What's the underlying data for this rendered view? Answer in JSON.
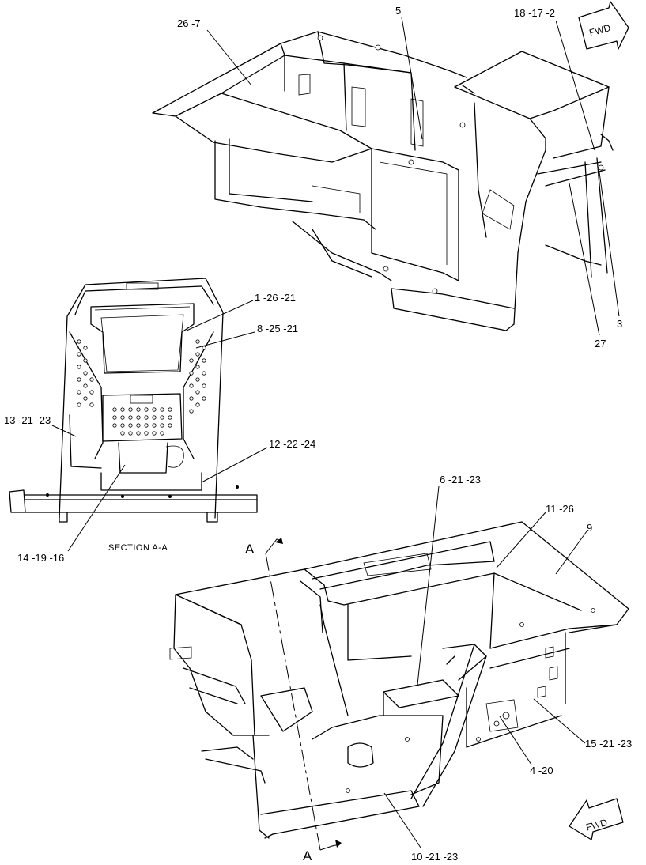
{
  "fwd_label": "FWD",
  "section_title": "SECTION A-A",
  "section_marker": "A",
  "callouts": {
    "c26_7": "26 -7",
    "c5": "5",
    "c18_17_2": "18 -17 -2",
    "c3": "3",
    "c27": "27",
    "c1_26_21": "1 -26 -21",
    "c8_25_21": "8 -25 -21",
    "c13_21_23": "13 -21 -23",
    "c12_22_24": "12 -22 -24",
    "c14_19_16": "14 -19 -16",
    "c6_21_23": "6 -21 -23",
    "c11_26": "11 -26",
    "c9": "9",
    "c15_21_23": "15 -21 -23",
    "c4_20": "4 -20",
    "c10_21_23": "10 -21 -23"
  }
}
